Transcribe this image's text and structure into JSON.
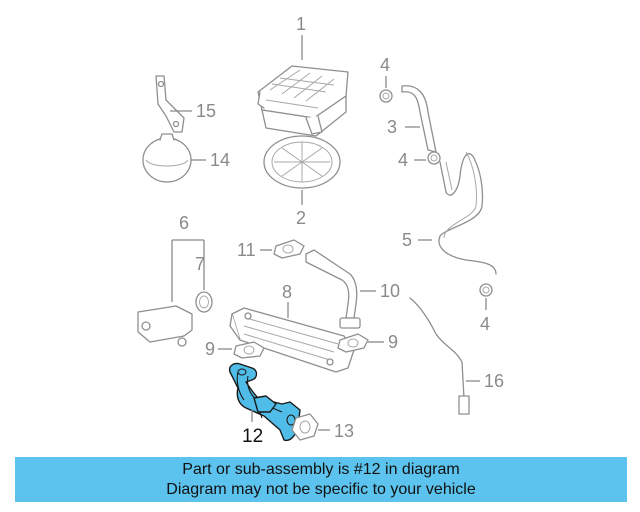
{
  "callouts": {
    "c1": "1",
    "c2": "2",
    "c3": "3",
    "c4a": "4",
    "c4b": "4",
    "c4c": "4",
    "c5": "5",
    "c6": "6",
    "c7": "7",
    "c8": "8",
    "c9a": "9",
    "c9b": "9",
    "c10": "10",
    "c11": "11",
    "c12": "12",
    "c13": "13",
    "c14": "14",
    "c15": "15",
    "c16": "16"
  },
  "highlighted_part": "12",
  "banner": {
    "line1": "Part or sub-assembly is #12 in diagram",
    "line2": "Diagram may not be specific to your vehicle"
  },
  "colors": {
    "highlight_fill": "#4fbde8",
    "banner_background": "#5cc3ee",
    "line_gray": "#8a8a8a"
  }
}
